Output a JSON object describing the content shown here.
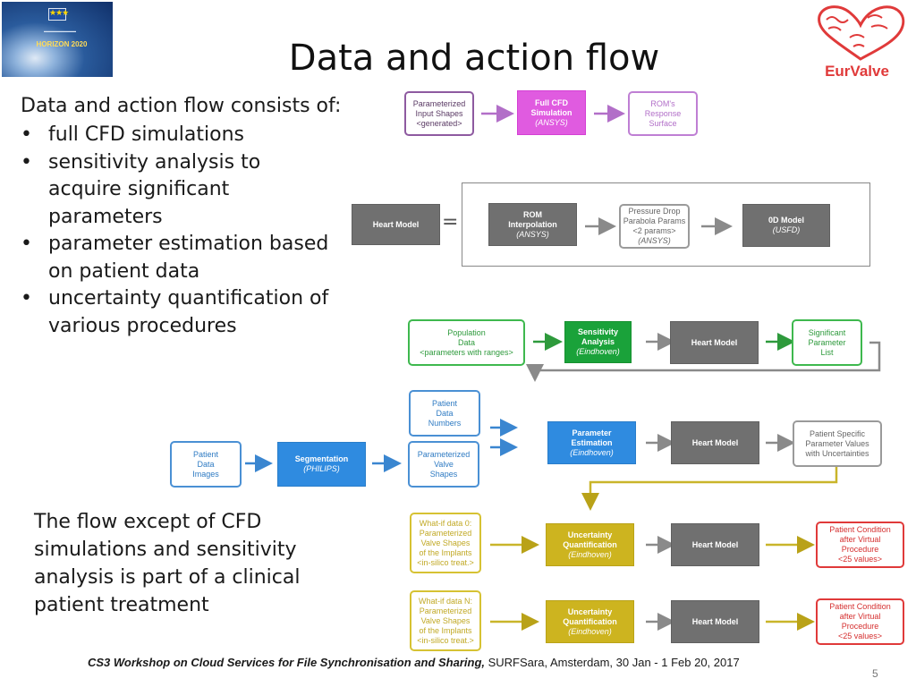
{
  "header": {
    "title": "Data and action flow",
    "logo_left": {
      "caption": "HORIZON 2020"
    },
    "logo_right": {
      "caption": "EurValve"
    }
  },
  "text": {
    "intro": "Data and action flow consists of:",
    "bullets": [
      "full CFD simulations",
      "sensitivity analysis to acquire significant parameters",
      "parameter estimation based on patient data",
      "uncertainty quantification of various procedures"
    ],
    "note": "The flow except of CFD simulations and sensitivity analysis is part of a clinical patient treatment"
  },
  "diagram": {
    "row1": {
      "input": [
        "Parameterized",
        "Input Shapes",
        "<generated>"
      ],
      "cfd": [
        "Full CFD",
        "Simulation",
        "(ANSYS)"
      ],
      "rom_surface": [
        "ROM's",
        "Response",
        "Surface"
      ]
    },
    "row2": {
      "heart_model": "Heart Model",
      "equals": "=",
      "rom": [
        "ROM",
        "Interpolation",
        "(ANSYS)"
      ],
      "pressure": [
        "Pressure Drop",
        "Parabola Params",
        "<2 params>",
        "(ANSYS)"
      ],
      "model0d": [
        "0D Model",
        "(USFD)"
      ]
    },
    "row3": {
      "population": [
        "Population",
        "Data",
        "<parameters with ranges>"
      ],
      "sensitivity": [
        "Sensitivity",
        "Analysis",
        "(Eindhoven)"
      ],
      "heart_model": "Heart Model",
      "significant": [
        "Significant",
        "Parameter",
        "List"
      ]
    },
    "row4": {
      "patient_numbers": [
        "Patient",
        "Data",
        "Numbers"
      ],
      "patient_images": [
        "Patient",
        "Data",
        "Images"
      ],
      "segmentation": [
        "Segmentation",
        "(PHILIPS)"
      ],
      "valve_shapes": [
        "Parameterized",
        "Valve",
        "Shapes"
      ],
      "estimation": [
        "Parameter",
        "Estimation",
        "(Eindhoven)"
      ],
      "heart_model": "Heart Model",
      "specific": [
        "Patient Specific",
        "Parameter Values",
        "with Uncertainties"
      ]
    },
    "row5": {
      "whatif0": [
        "What-if data 0:",
        "Parameterized",
        "Valve Shapes",
        "of the Implants",
        "<in-silico treat.>"
      ],
      "uq": [
        "Uncertainty",
        "Quantification",
        "(Eindhoven)"
      ],
      "heart_model": "Heart Model",
      "condition": [
        "Patient Condition",
        "after Virtual",
        "Procedure",
        "<25 values>"
      ]
    },
    "row6": {
      "whatifn": [
        "What-if data N:",
        "Parameterized",
        "Valve Shapes",
        "of the Implants",
        "<in-silico treat.>"
      ],
      "uq": [
        "Uncertainty",
        "Quantification",
        "(Eindhoven)"
      ],
      "heart_model": "Heart Model",
      "condition": [
        "Patient Condition",
        "after Virtual",
        "Procedure",
        "<25 values>"
      ]
    }
  },
  "footer": {
    "italic": "CS3 Workshop on Cloud Services for File Synchronisation and Sharing,",
    "rest": " SURFSara,  Amsterdam, 30 Jan - 1 Feb 20, 2017",
    "page": "5"
  },
  "colors": {
    "purple": "#bf7fd4",
    "magenta": "#e05be0",
    "gray": "#707070",
    "green": "#1aa23a",
    "blue": "#2f8be0",
    "yellow": "#cdb41f",
    "red": "#e03a3a"
  },
  "icons": {
    "eu_flag": "eu-flag-icon",
    "heart_logo": "heart-logo-icon"
  }
}
